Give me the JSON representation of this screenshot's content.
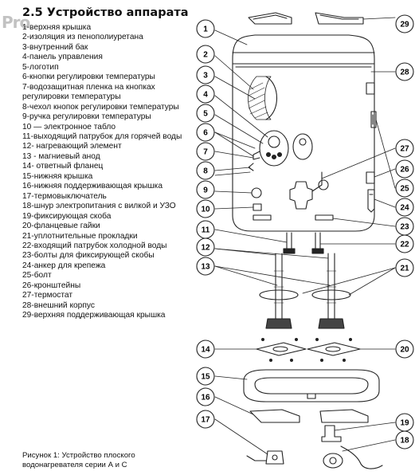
{
  "title": "2.5 Устройство аппарата",
  "watermark": "Pro",
  "parts": [
    "1-верхняя крышка",
    "2-изоляция из пенополиуретана",
    "3-внутренний бак",
    "4-панель управления",
    "5-логотип",
    "6-кнопки регулировки температуры",
    "7-водозащитная пленка на кнопках",
    "регулировки температуры",
    "8-чехол кнопок регулировки температуры",
    "9-ручка регулировки температуры",
    "10 — электронное табло",
    "11-выходящий патрубок для горячей воды",
    "12- нагревающий элемент",
    "13 - магниевый анод",
    "14- ответный фланец",
    "15-нижняя крышка",
    "16-нижняя поддерживающая крышка",
    "17-термовыключатель",
    "18-шнур электропитания с вилкой и УЗО",
    "19-фиксирующая скоба",
    "20-фланцевые гайки",
    "21-уплотнительные прокладки",
    "22-входящий патрубок холодной воды",
    "23-болты для фиксирующей скобы",
    "24-анкер для крепежа",
    "25-болт",
    "26-кронштейны",
    "27-термостат",
    "28-внешний корпус",
    "29-верхняя поддерживающая крышка"
  ],
  "callouts": [
    "1",
    "2",
    "3",
    "4",
    "5",
    "6",
    "7",
    "8",
    "9",
    "10",
    "11",
    "12",
    "13",
    "14",
    "15",
    "16",
    "17",
    "18",
    "19",
    "20",
    "21",
    "22",
    "23",
    "24",
    "25",
    "26",
    "27",
    "28",
    "29"
  ],
  "caption_line1": "Рисунок 1: Устройство плоского",
  "caption_line2": "водонагревателя серии А и С"
}
